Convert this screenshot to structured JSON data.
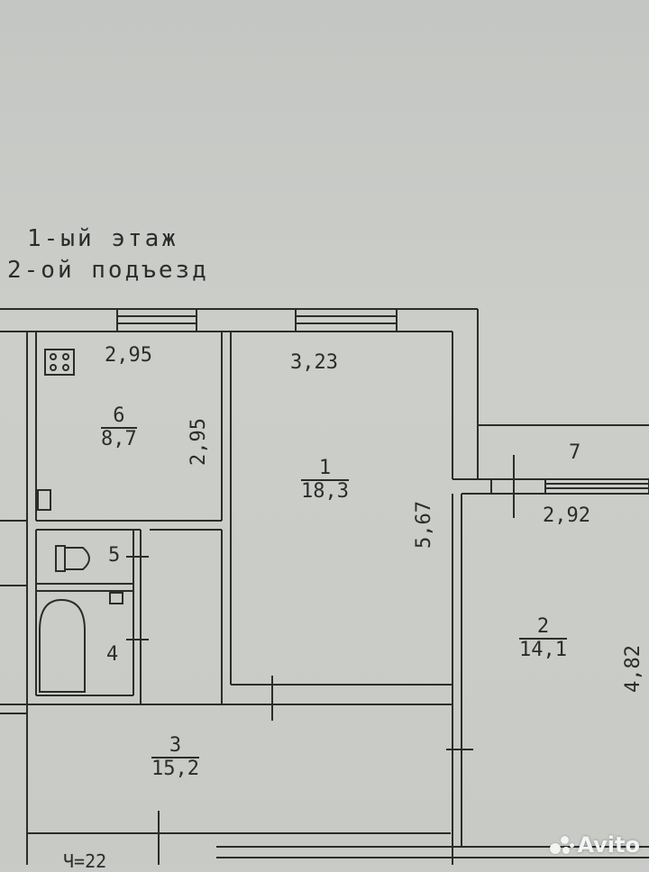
{
  "header": {
    "floor": "1-ый этаж",
    "entrance": "2-ой подъезд"
  },
  "rooms": [
    {
      "number": "1",
      "area": "18,3"
    },
    {
      "number": "2",
      "area": "14,1"
    },
    {
      "number": "3",
      "area": "15,2"
    },
    {
      "number": "4"
    },
    {
      "number": "5"
    },
    {
      "number": "6",
      "area": "8,7"
    },
    {
      "number": "7"
    }
  ],
  "dimensions": {
    "kitchen_width": "2,95",
    "kitchen_depth": "2,95",
    "room1_width": "3,23",
    "room1_depth": "5,67",
    "balcony_width": "2,92",
    "room2_depth": "4,82"
  },
  "bottom_cut_text": "Ч=22",
  "watermark": "Avito"
}
